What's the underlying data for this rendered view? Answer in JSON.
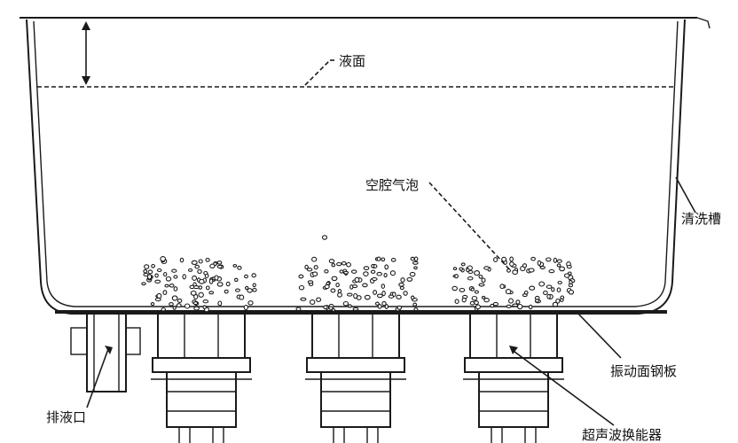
{
  "labels": {
    "liquid_surface": "液面",
    "cavitation_bubbles": "空腔气泡",
    "cleaning_tank": "清洗槽",
    "vibration_plate": "振动面钢板",
    "drain_outlet": "排液口",
    "ultrasonic_transducer": "超声波换能器"
  },
  "colors": {
    "line": "#1a1a1a",
    "background": "#ffffff"
  }
}
